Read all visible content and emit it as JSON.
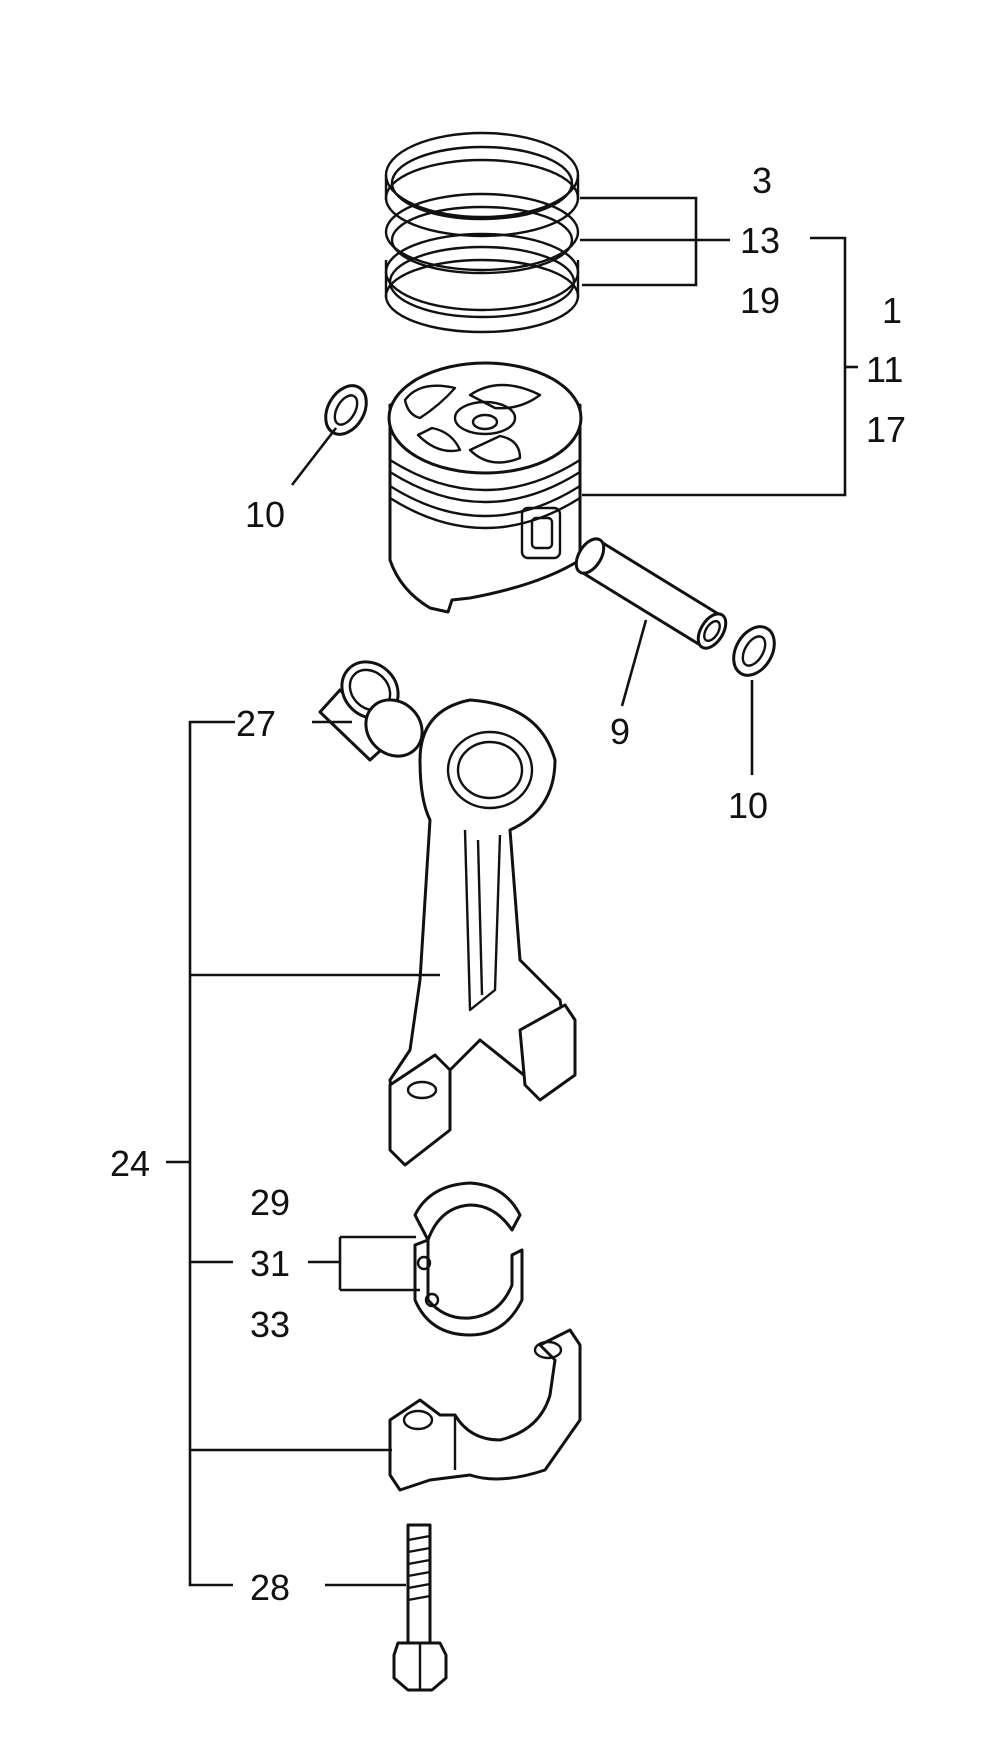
{
  "diagram": {
    "type": "exploded-parts-view",
    "labels": {
      "ring_set_3": "3",
      "ring_set_13": "13",
      "ring_set_19": "19",
      "piston_1": "1",
      "piston_11": "11",
      "piston_17": "17",
      "circlip_left": "10",
      "piston_pin": "9",
      "circlip_right": "10",
      "small_end_bush": "27",
      "conrod_assembly": "24",
      "bearing_29": "29",
      "bearing_31": "31",
      "bearing_33": "33",
      "conrod_bolt": "28"
    },
    "line_color": "#111111",
    "background": "#ffffff"
  }
}
